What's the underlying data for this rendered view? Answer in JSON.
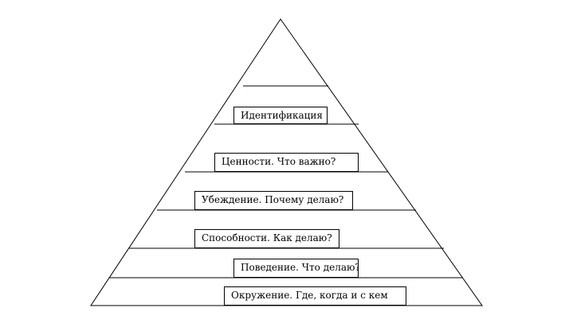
{
  "pyramid": {
    "line_color": "#000000",
    "background_color": "#ffffff",
    "levels": [
      {
        "label": ""
      },
      {
        "label": "Идентификация"
      },
      {
        "label": "Ценности. Что важно?"
      },
      {
        "label": "Убеждение. Почему делаю?"
      },
      {
        "label": "Способности. Как делаю?"
      },
      {
        "label": "Поведение. Что делаю?"
      },
      {
        "label": "Окружение. Где, когда и с кем"
      }
    ]
  }
}
